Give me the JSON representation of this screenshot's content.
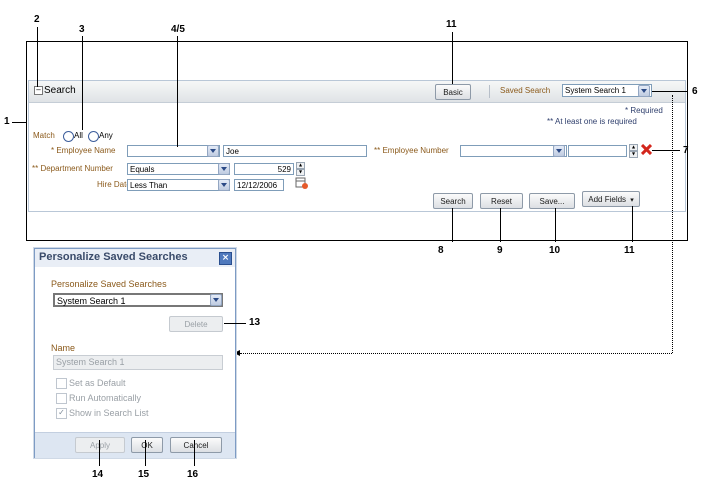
{
  "callouts": {
    "n1": "1",
    "n2": "2",
    "n3": "3",
    "n45": "4/5",
    "n11a": "11",
    "n6": "6",
    "n7": "7",
    "n8": "8",
    "n9": "9",
    "n10": "10",
    "n11b": "11",
    "n13": "13",
    "n14": "14",
    "n15": "15",
    "n16": "16"
  },
  "search_panel": {
    "title": "Search",
    "basic_button": "Basic",
    "saved_search_label": "Saved Search",
    "saved_search_value": "System Search 1",
    "required_note": "* Required",
    "at_least_one_note": "** At least one is required",
    "match_label": "Match",
    "match_all": "All",
    "match_any": "Any",
    "fields": {
      "employee_name_label": "* Employee Name",
      "employee_name_operator": "",
      "employee_name_value": "Joe",
      "department_number_label": "** Department Number",
      "department_number_operator": "Equals",
      "department_number_value": "529",
      "hire_date_label": "Hire Date",
      "hire_date_operator": "Less Than",
      "hire_date_value": "12/12/2006",
      "employee_number_label": "** Employee Number",
      "employee_number_operator": "",
      "employee_number_value": ""
    },
    "buttons": {
      "search": "Search",
      "reset": "Reset",
      "save": "Save...",
      "add_fields": "Add Fields"
    }
  },
  "dialog": {
    "title": "Personalize Saved Searches",
    "section_label": "Personalize Saved Searches",
    "selected_search": "System Search 1",
    "delete_button": "Delete",
    "name_label": "Name",
    "name_value": "System Search 1",
    "set_default": "Set as Default",
    "run_automatically": "Run Automatically",
    "show_in_list": "Show in Search List",
    "apply_button": "Apply",
    "ok_button": "OK",
    "cancel_button": "Cancel"
  },
  "colors": {
    "label_brown": "#8b5a1b",
    "required_green": "#2f9d2f",
    "required_blue": "#2f3f6d",
    "remove_red": "#d3261c"
  }
}
